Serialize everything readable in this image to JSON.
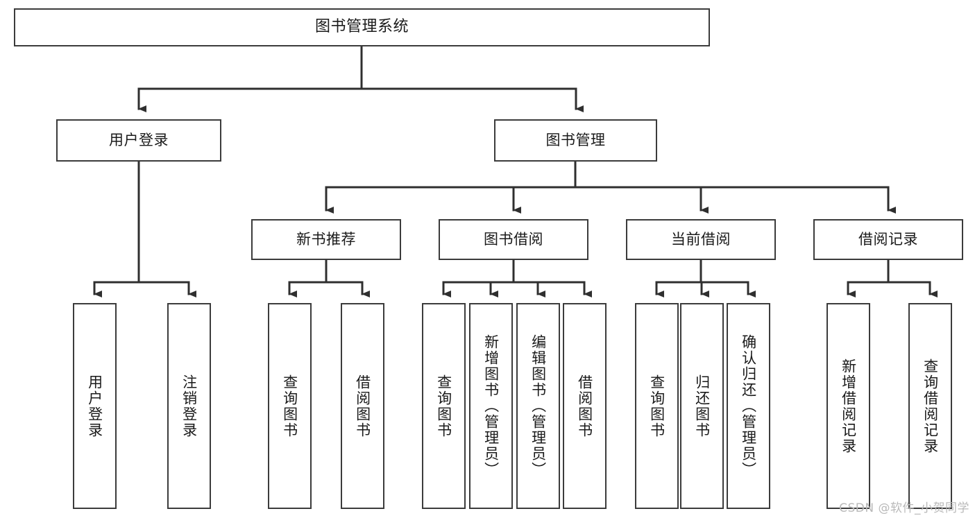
{
  "diagram": {
    "type": "tree-hierarchy",
    "title": "图书管理系统",
    "watermark": "CSDN @软件_小贺同学",
    "colors": {
      "box_border": "#3b3b3b",
      "box_fill": "#ffffff",
      "connector": "#2f2f2f",
      "text": "#1a1a1a",
      "watermark": "#b9b9b9"
    },
    "root": {
      "label": "图书管理系统"
    },
    "level2": [
      {
        "label": "用户登录"
      },
      {
        "label": "图书管理"
      }
    ],
    "level3": [
      {
        "label": "新书推荐"
      },
      {
        "label": "图书借阅"
      },
      {
        "label": "当前借阅"
      },
      {
        "label": "借阅记录"
      }
    ],
    "leaves": {
      "user_login": [
        {
          "label": "用户登录"
        },
        {
          "label": "注销登录"
        }
      ],
      "new_book_recommend": [
        {
          "label": "查询图书"
        },
        {
          "label": "借阅图书"
        }
      ],
      "book_borrow": [
        {
          "label": "查询图书"
        },
        {
          "label": "新增图书（管理员）"
        },
        {
          "label": "编辑图书（管理员）"
        },
        {
          "label": "借阅图书"
        }
      ],
      "current_borrow": [
        {
          "label": "查询图书"
        },
        {
          "label": "归还图书"
        },
        {
          "label": "确认归还（管理员）"
        }
      ],
      "borrow_record": [
        {
          "label": "新增借阅记录"
        },
        {
          "label": "查询借阅记录"
        }
      ]
    }
  }
}
